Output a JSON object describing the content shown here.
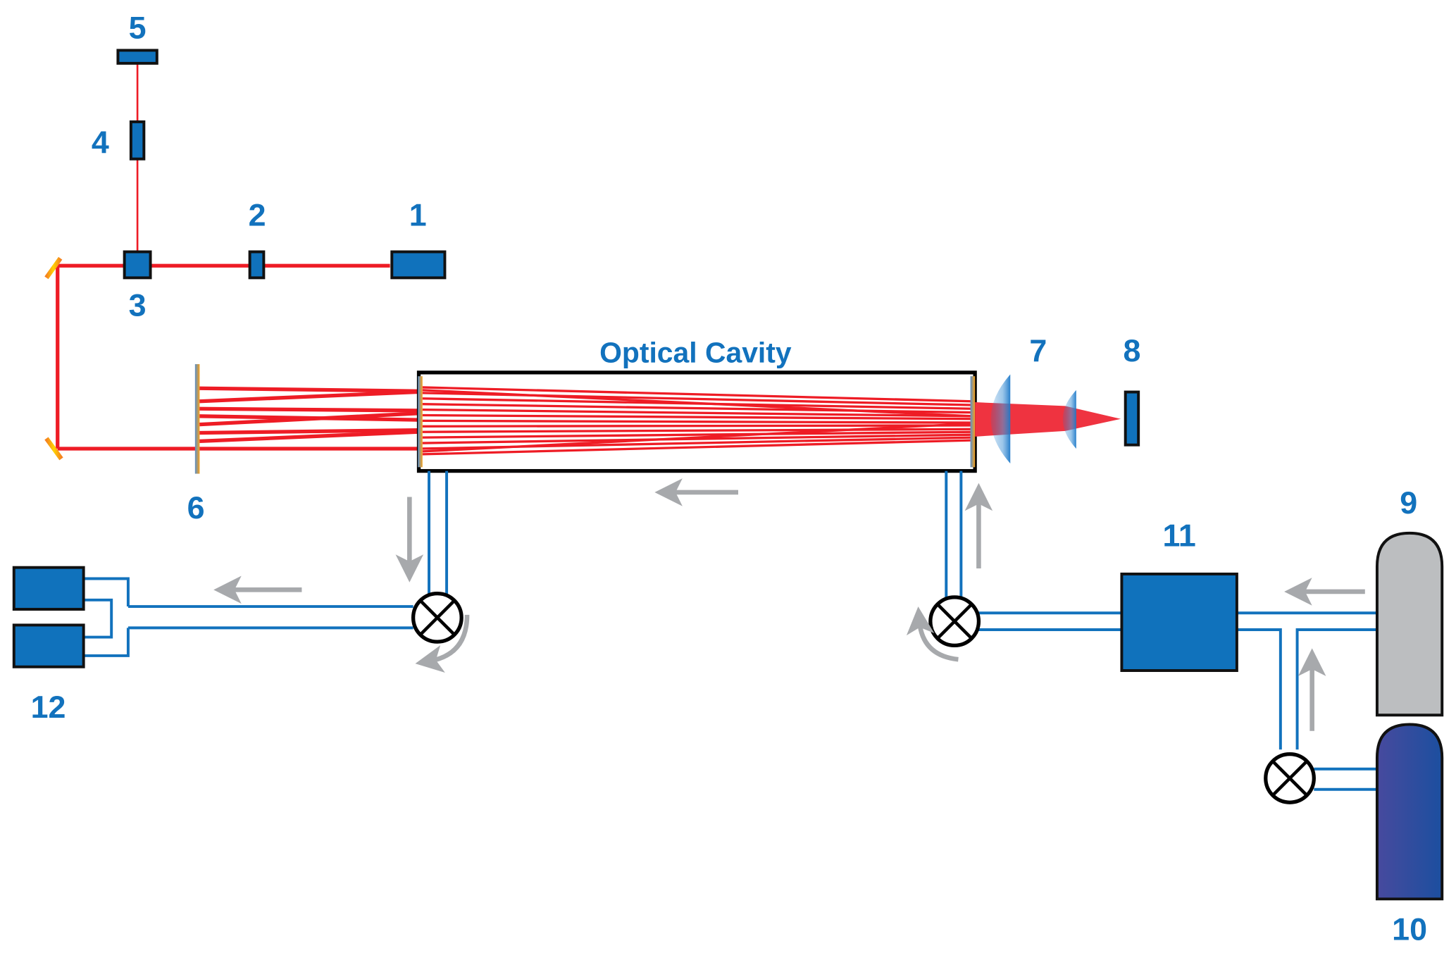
{
  "diagram": {
    "title": "Optical Cavity",
    "labels": {
      "c1": "1",
      "c2": "2",
      "c3": "3",
      "c4": "4",
      "c5": "5",
      "c6": "6",
      "c7": "7",
      "c8": "8",
      "c9": "9",
      "c10": "10",
      "c11": "11",
      "c12": "12"
    },
    "colors": {
      "label": "#1272bd",
      "laser_beam": "#ee1c25",
      "component": "#1072bc",
      "gas_line": "#1272bd",
      "flow_arrow": "#a7a9ac",
      "cylinder_9": "#bcbec0",
      "cylinder_10": "#2f4aa0",
      "mirror": "#f7b617"
    },
    "flow_direction": {
      "cavity": "right-to-left",
      "gas_inlet": "from 9 and 10 through 11 into cavity",
      "gas_outlet": "from cavity to 12"
    }
  }
}
